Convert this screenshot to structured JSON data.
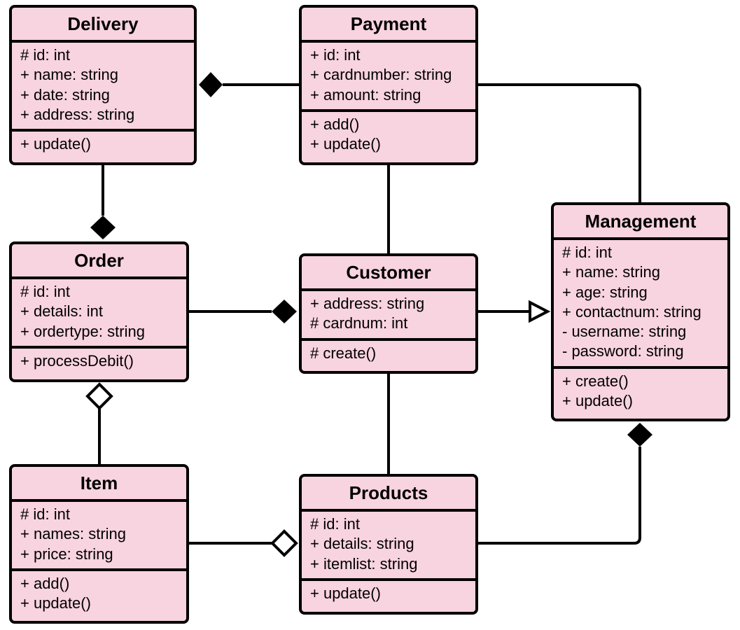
{
  "colors": {
    "class_fill": "#f8d3e0",
    "line": "#000000"
  },
  "classes": {
    "delivery": {
      "name": "Delivery",
      "attributes": [
        "# id: int",
        "+ name: string",
        "+ date: string",
        "+ address: string"
      ],
      "methods": [
        "+ update()"
      ]
    },
    "payment": {
      "name": "Payment",
      "attributes": [
        "+ id: int",
        "+ cardnumber: string",
        "+ amount: string"
      ],
      "methods": [
        "+ add()",
        "+ update()"
      ]
    },
    "management": {
      "name": "Management",
      "attributes": [
        "# id: int",
        "+ name: string",
        "+ age: string",
        "+ contactnum: string",
        "- username: string",
        "- password: string"
      ],
      "methods": [
        "+ create()",
        "+ update()"
      ]
    },
    "order": {
      "name": "Order",
      "attributes": [
        "# id: int",
        "+ details: int",
        "+ ordertype: string"
      ],
      "methods": [
        "+ processDebit()"
      ]
    },
    "customer": {
      "name": "Customer",
      "attributes": [
        "+ address: string",
        "# cardnum: int"
      ],
      "methods": [
        "# create()"
      ]
    },
    "item": {
      "name": "Item",
      "attributes": [
        "# id: int",
        "+ names: string",
        "+ price: string"
      ],
      "methods": [
        "+ add()",
        "+ update()"
      ]
    },
    "products": {
      "name": "Products",
      "attributes": [
        "# id: int",
        "+ details: string",
        "+ itemlist: string"
      ],
      "methods": [
        "+ update()"
      ]
    }
  },
  "relationships": [
    {
      "from": "payment",
      "to": "delivery",
      "type": "composition"
    },
    {
      "from": "delivery",
      "to": "order",
      "type": "composition"
    },
    {
      "from": "payment",
      "to": "customer",
      "type": "association"
    },
    {
      "from": "payment",
      "to": "management",
      "type": "association"
    },
    {
      "from": "order",
      "to": "customer",
      "type": "composition"
    },
    {
      "from": "customer",
      "to": "management",
      "type": "generalization"
    },
    {
      "from": "customer",
      "to": "products",
      "type": "association"
    },
    {
      "from": "item",
      "to": "order",
      "type": "aggregation"
    },
    {
      "from": "item",
      "to": "products",
      "type": "aggregation"
    },
    {
      "from": "products",
      "to": "management",
      "type": "composition"
    }
  ]
}
